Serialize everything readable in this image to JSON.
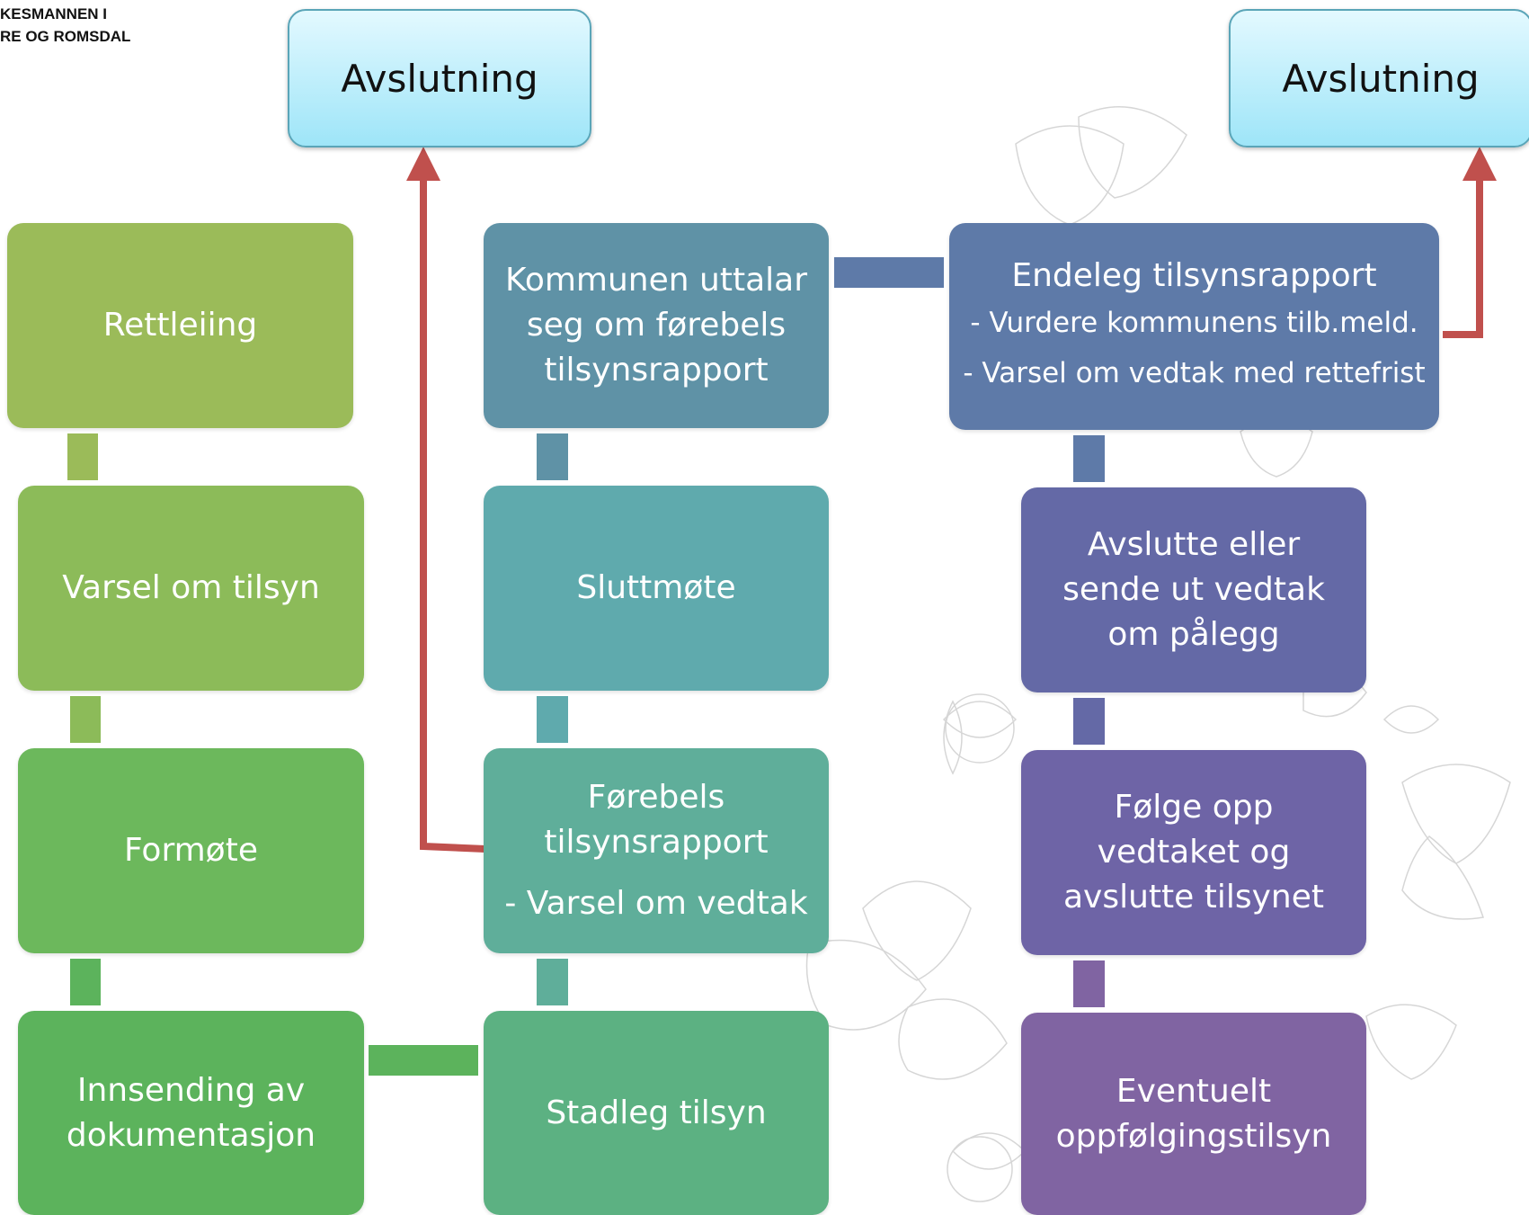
{
  "header": {
    "org_line1": "KESMANNEN I",
    "org_line2": "RE OG ROMSDAL"
  },
  "end_boxes": {
    "left": "Avslutning",
    "right": "Avslutning"
  },
  "column1": {
    "rettleiing": "Rettleiing",
    "varsel": "Varsel om tilsyn",
    "formote": "Formøte",
    "innsending": "Innsending av\ndokumentasjon"
  },
  "column2": {
    "kommunen": "Kommunen uttalar\nseg om førebels\ntilsynsrapport",
    "sluttmote": "Sluttmøte",
    "forebels_title": "Førebels\ntilsynsrapport",
    "forebels_sub": "- Varsel om vedtak",
    "stadleg": "Stadleg tilsyn"
  },
  "column3": {
    "endeleg_title": "Endeleg tilsynsrapport",
    "endeleg_sub1": "- Vurdere kommunens tilb.meld.",
    "endeleg_sub2": "- Varsel om vedtak med rettefrist",
    "avslutte": "Avslutte eller\nsende ut vedtak\nom pålegg",
    "folge": "Følge opp\nvedtaket og\navslutte tilsynet",
    "eventuelt": "Eventuelt\noppfølgingstilsyn"
  },
  "colors": {
    "rettleiing": "#9bbb59",
    "varsel": "#8cbb59",
    "formote": "#6cb85c",
    "innsending": "#5cb35c",
    "kommunen": "#5f92a6",
    "sluttmote": "#5faaad",
    "forebels": "#5fae9a",
    "stadleg": "#5cb182",
    "endeleg": "#5e7aa8",
    "avslutte": "#6469a6",
    "folge": "#6e64a6",
    "eventuelt": "#8064a2",
    "arrow": "#c0504d"
  }
}
